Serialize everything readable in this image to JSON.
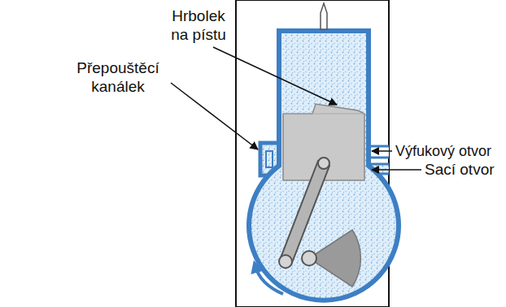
{
  "diagram": {
    "labels": [
      "Hrbolek na pístu",
      "Přepouštěcí kanálek",
      "Výfukový otvor",
      "Sací otvor"
    ]
  }
}
